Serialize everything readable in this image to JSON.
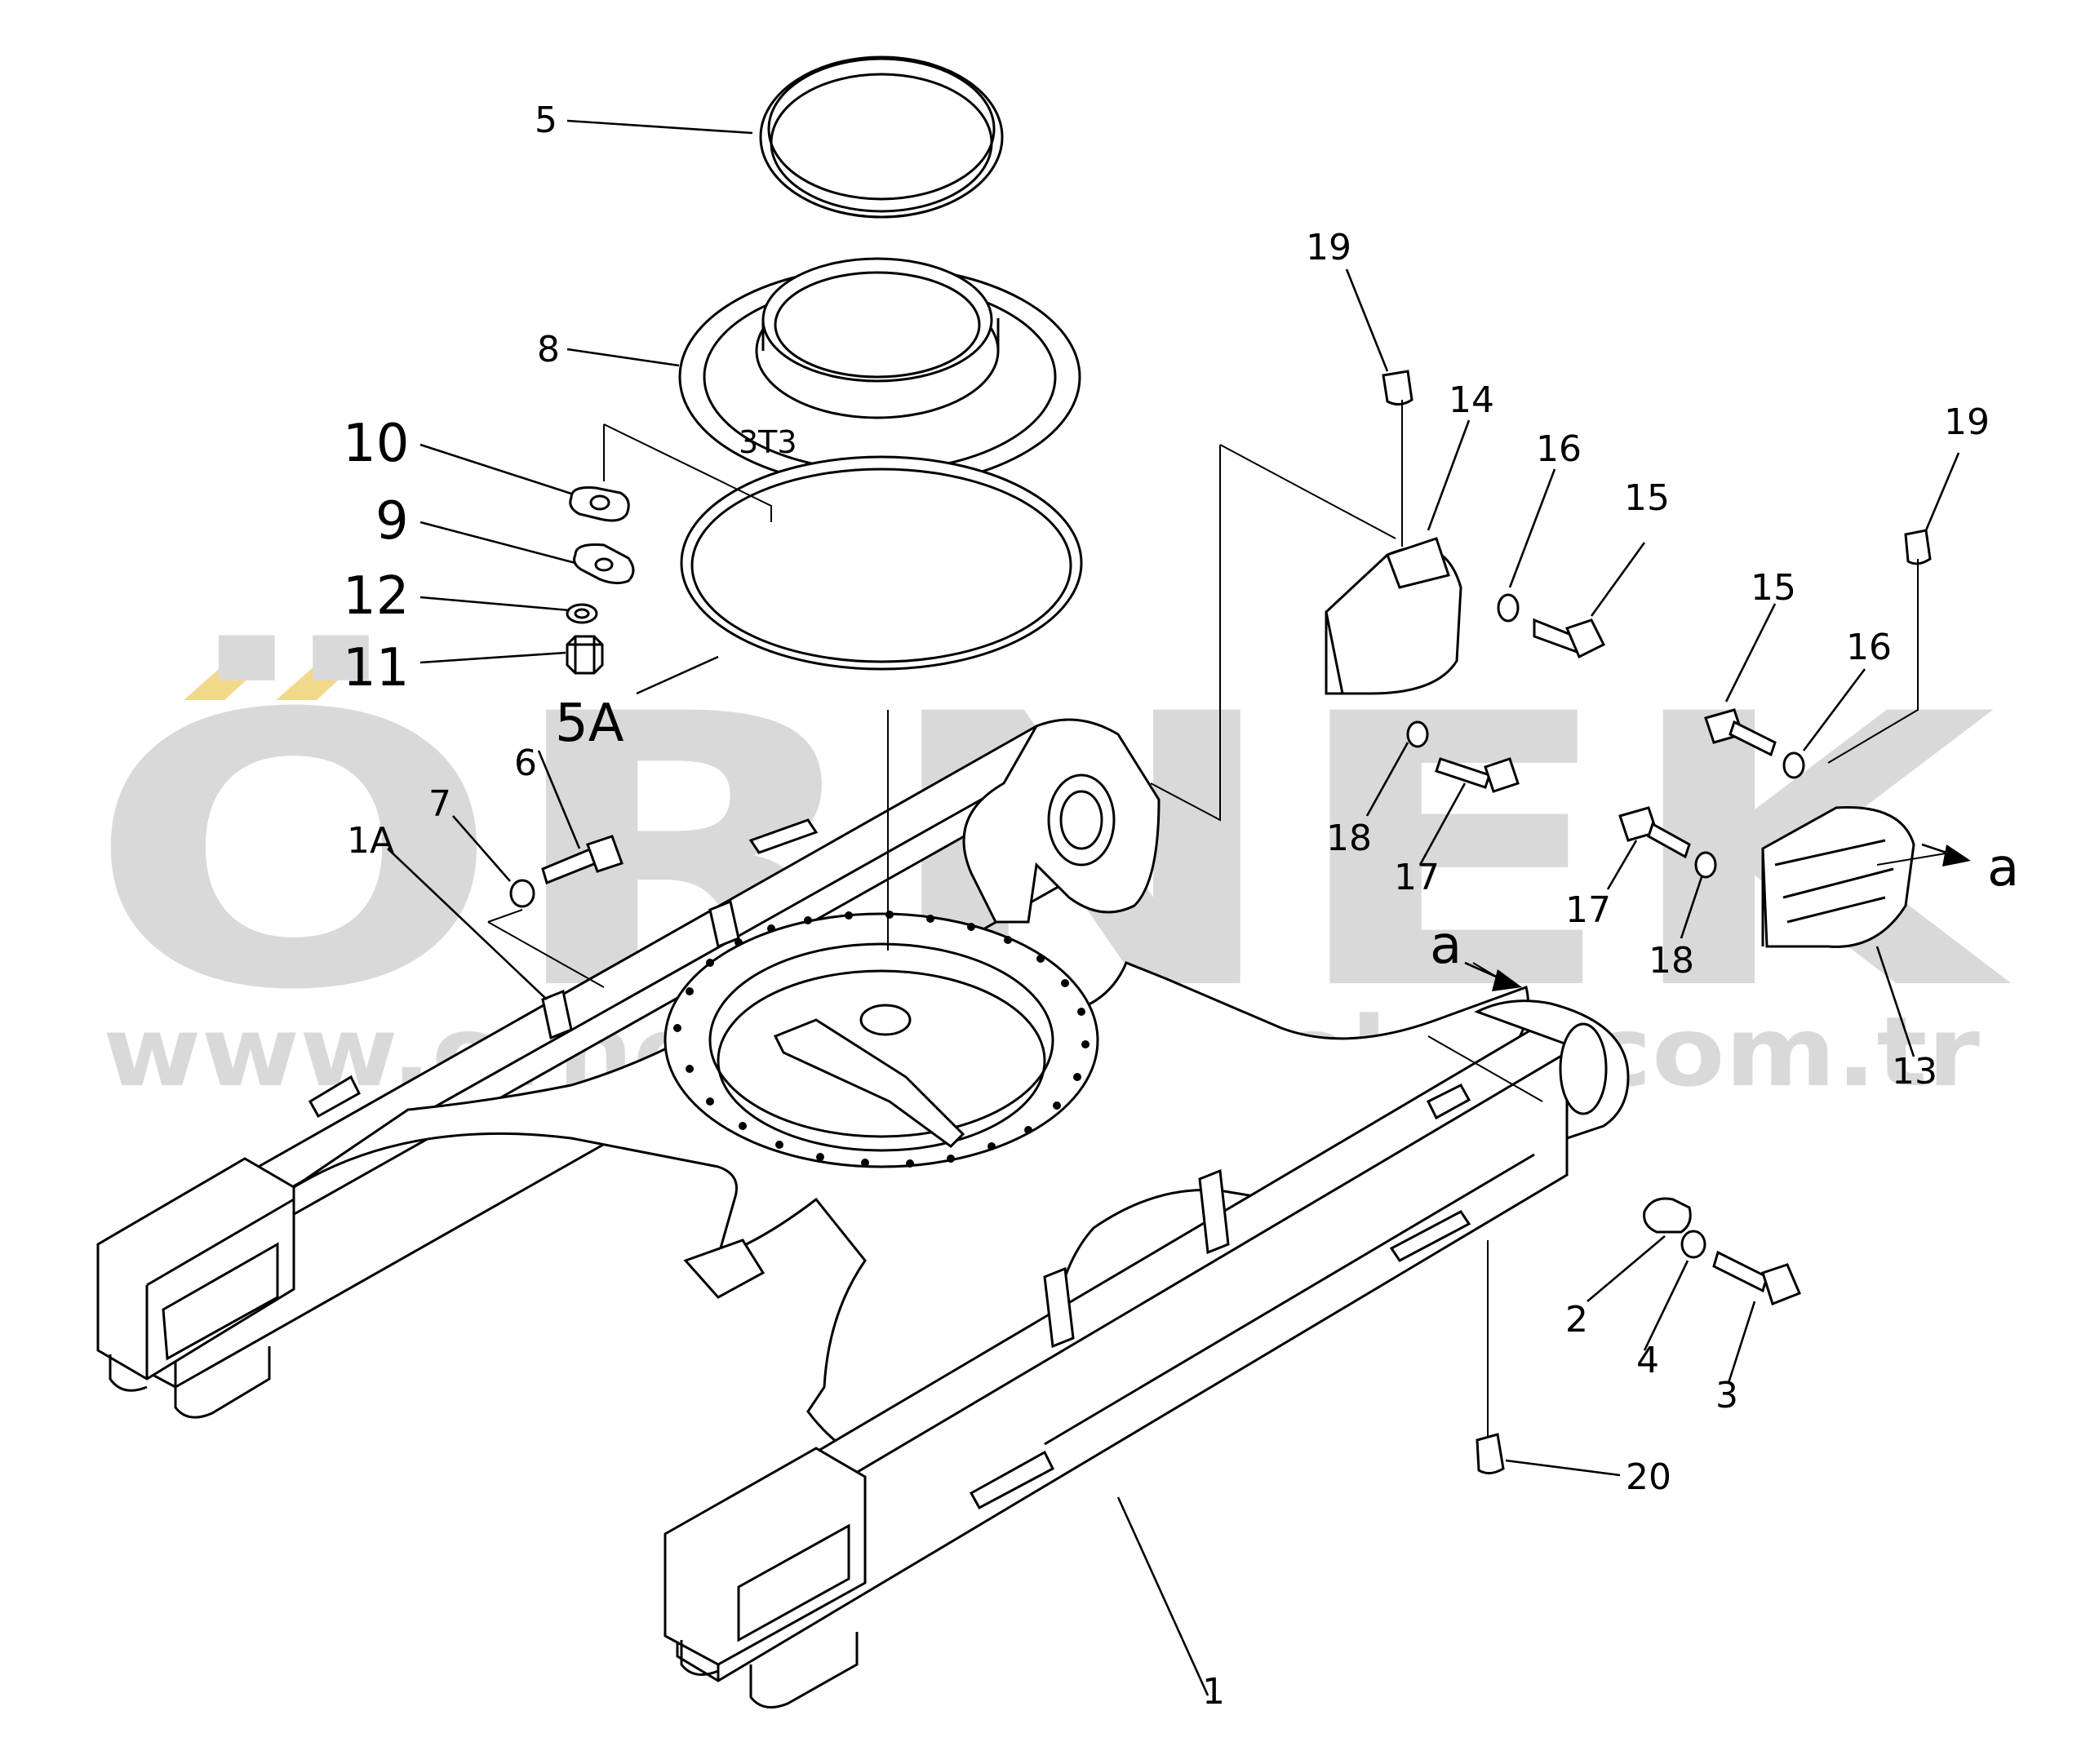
{
  "watermark": {
    "brand": "ÖRNEK",
    "url": "www.orneklismakinalari.com.tr",
    "accent_color": "#f2d98a",
    "text_color": "#d9d9d9"
  },
  "labels": {
    "l1": "1",
    "l1A": "1A",
    "l2": "2",
    "l3": "3",
    "l4": "4",
    "l5": "5",
    "l5A": "5A",
    "l6": "6",
    "l7": "7",
    "l8": "8",
    "l9": "9",
    "l10": "10",
    "l11": "11",
    "l12": "12",
    "l13": "13",
    "l14": "14",
    "l15a": "15",
    "l15b": "15",
    "l16a": "16",
    "l16b": "16",
    "l17a": "17",
    "l17b": "17",
    "l18a": "18",
    "l18b": "18",
    "l19a": "19",
    "l19b": "19",
    "l20": "20",
    "view_a1": "a",
    "view_a2": "a"
  }
}
